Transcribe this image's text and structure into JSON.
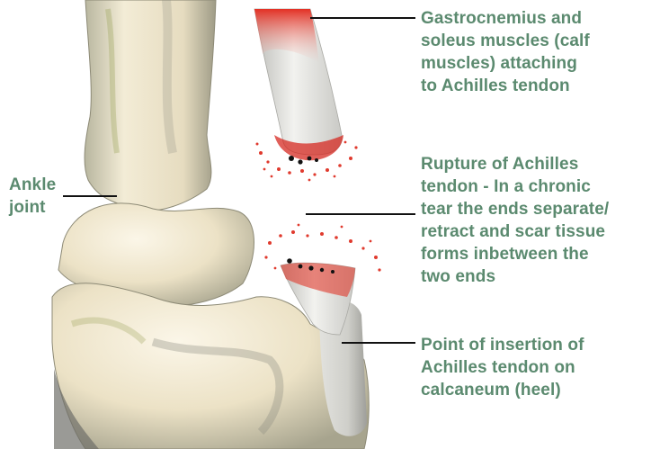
{
  "labels": {
    "calf_muscles": "Gastrocnemius and\nsoleus muscles (calf\nmuscles) attaching\nto Achilles tendon",
    "rupture": "Rupture of Achilles\ntendon - In a chronic\ntear the ends separate/\nretract and scar tissue\nforms inbetween the\ntwo ends",
    "insertion": "Point of insertion of\nAchilles tendon on\ncalcaneum (heel)",
    "ankle_joint": "Ankle\njoint"
  },
  "colors": {
    "label_text": "#5b8a6f",
    "bone": "#efe6cf",
    "bone_shadow": "#b9b49a",
    "tendon": "#dcdcd8",
    "muscle_red": "#e03a2e",
    "leader_line": "#111111"
  }
}
